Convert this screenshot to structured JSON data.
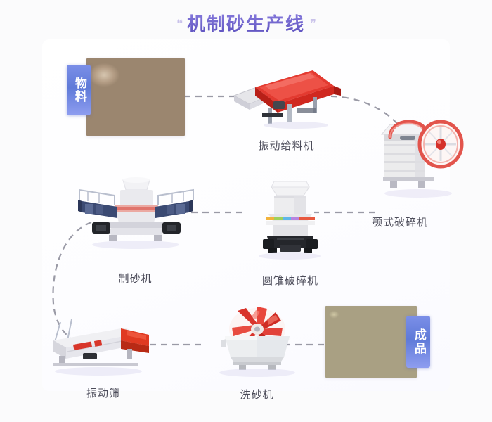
{
  "page": {
    "title_main": "机制砂生产线",
    "quote_left": "❝",
    "quote_right": "❞",
    "background": "#fbfbfc",
    "accent_color": "#6f63c8",
    "badge_color": "#5f7ad8",
    "connector_color": "#9a9aa6"
  },
  "badges": {
    "input": {
      "label": "物料"
    },
    "output": {
      "label": "成品"
    }
  },
  "nodes": [
    {
      "id": "raw-material",
      "label": "物料",
      "kind": "photo",
      "caption": ""
    },
    {
      "id": "vibrating-feeder",
      "label": "振动给料机",
      "kind": "machine",
      "color": "#d42b23"
    },
    {
      "id": "jaw-crusher",
      "label": "颚式破碎机",
      "kind": "machine",
      "color": "#e0534c"
    },
    {
      "id": "cone-crusher",
      "label": "圆锥破碎机",
      "kind": "machine",
      "color": "#e8593f"
    },
    {
      "id": "sand-making-machine",
      "label": "制砂机",
      "kind": "machine",
      "color": "#3b4a73"
    },
    {
      "id": "vibrating-screen",
      "label": "振动筛",
      "kind": "machine",
      "color": "#e03a22"
    },
    {
      "id": "sand-washer",
      "label": "洗砂机",
      "kind": "machine",
      "color": "#d8342c"
    },
    {
      "id": "finished-product",
      "label": "成品",
      "kind": "photo",
      "caption": ""
    }
  ],
  "captions": {
    "vibrating_feeder": "振动给料机",
    "jaw_crusher": "颚式破碎机",
    "cone_crusher": "圆锥破碎机",
    "sand_making_machine": "制砂机",
    "vibrating_screen": "振动筛",
    "sand_washer": "洗砂机"
  },
  "flow": [
    {
      "from": "raw-material",
      "to": "vibrating-feeder",
      "style": "dashed-straight"
    },
    {
      "from": "vibrating-feeder",
      "to": "jaw-crusher",
      "style": "dashed-curve"
    },
    {
      "from": "jaw-crusher",
      "to": "cone-crusher",
      "style": "dashed-straight"
    },
    {
      "from": "cone-crusher",
      "to": "sand-making-machine",
      "style": "dashed-straight"
    },
    {
      "from": "sand-making-machine",
      "to": "vibrating-screen",
      "style": "dashed-curve"
    },
    {
      "from": "vibrating-screen",
      "to": "sand-washer",
      "style": "dashed-straight"
    },
    {
      "from": "sand-washer",
      "to": "finished-product",
      "style": "dashed-straight"
    }
  ]
}
